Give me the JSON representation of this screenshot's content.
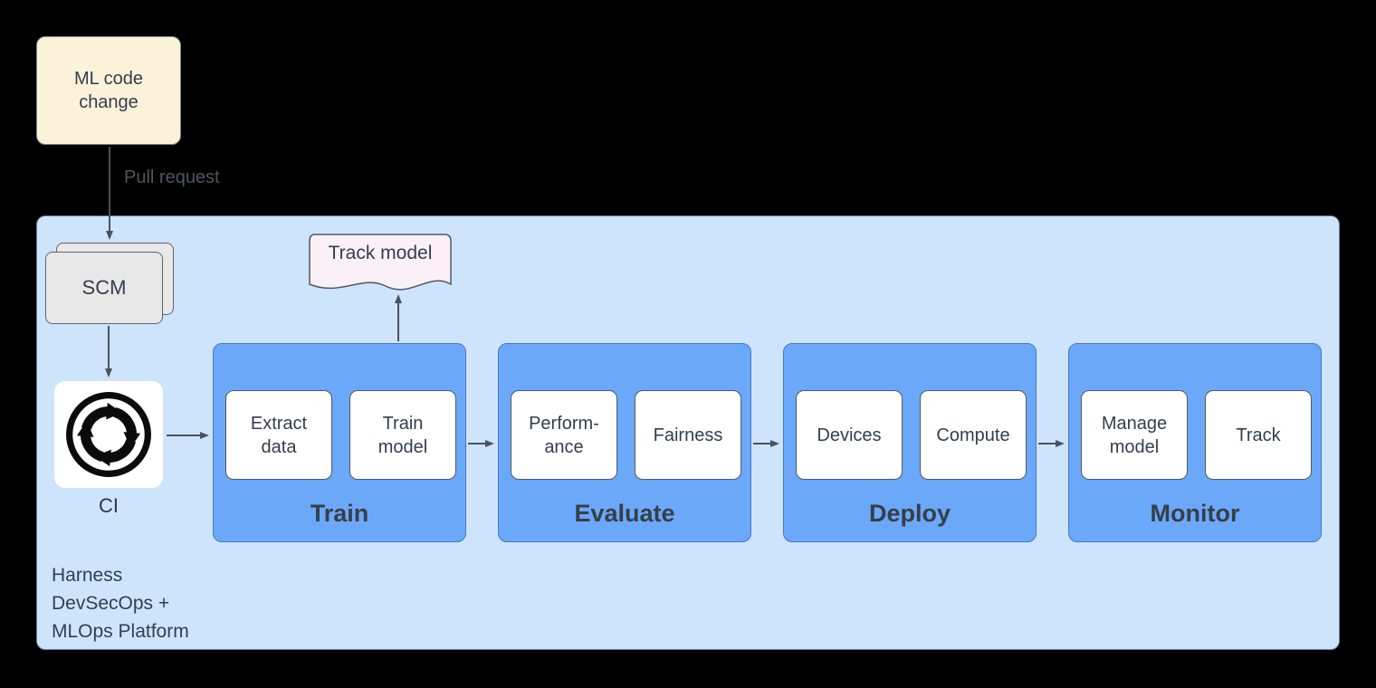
{
  "diagram": {
    "source": {
      "label": "ML code change"
    },
    "edge_label": "Pull request",
    "platform": {
      "caption_lines": [
        "Harness",
        "DevSecOps +",
        "MLOps Platform"
      ],
      "scm_label": "SCM",
      "ci_label": "CI",
      "ci_icon": "ci-cycle-icon",
      "artifact_label": "Track model",
      "stages": [
        {
          "title": "Train",
          "steps": [
            "Extract data",
            "Train model"
          ]
        },
        {
          "title": "Evaluate",
          "steps": [
            "Perform-ance",
            "Fairness"
          ]
        },
        {
          "title": "Deploy",
          "steps": [
            "Devices",
            "Compute"
          ]
        },
        {
          "title": "Monitor",
          "steps": [
            "Manage model",
            "Track"
          ]
        }
      ]
    },
    "colors": {
      "background": "#000000",
      "source_fill": "#FCF2DA",
      "platform_fill": "#CEE4FD",
      "platform_border": "#5E7A9C",
      "stage_fill": "#6CA8F9",
      "stage_border": "#4478C2",
      "step_fill": "#FFFFFF",
      "scm_fill": "#E8E8E8",
      "artifact_fill": "#FBEFF8",
      "text": "#333E4D",
      "arrow": "#4A525B"
    }
  }
}
